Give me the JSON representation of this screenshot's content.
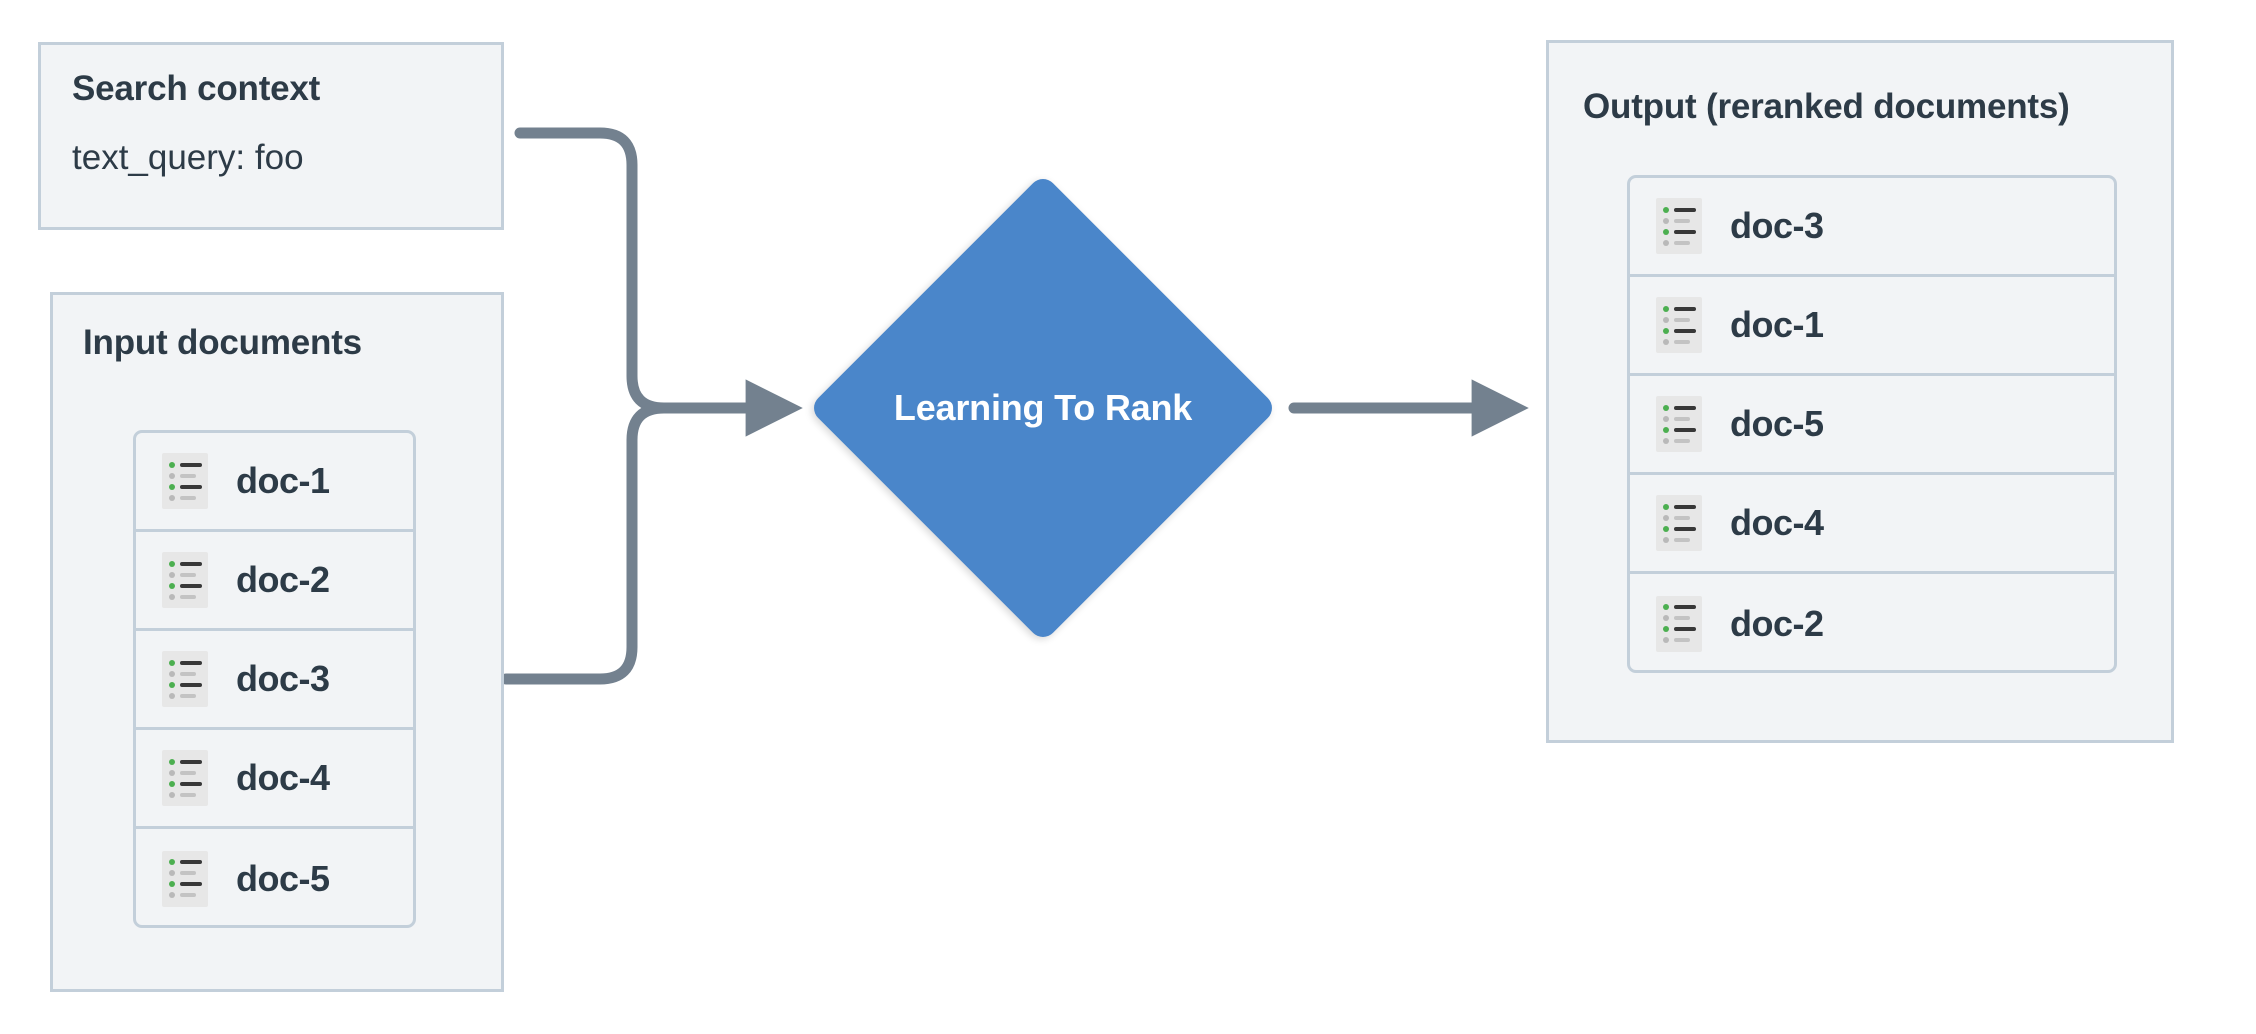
{
  "diagram": {
    "title": "Learning To Rank reranking flow",
    "colors": {
      "panel_fill": "#f2f4f6",
      "panel_border": "#c3cfda",
      "text": "#2d3b47",
      "connector": "#73818f",
      "node_fill": "#4a86ca",
      "node_text": "#ffffff",
      "icon_bg": "#e7e7e7",
      "icon_accent": "#4caf50",
      "icon_muted": "#b9b9b9"
    }
  },
  "search_context": {
    "title": "Search context",
    "field": "text_query: foo"
  },
  "input_documents": {
    "title": "Input documents",
    "docs": [
      {
        "label": "doc-1",
        "icon": "document-list-icon"
      },
      {
        "label": "doc-2",
        "icon": "document-list-icon"
      },
      {
        "label": "doc-3",
        "icon": "document-list-icon"
      },
      {
        "label": "doc-4",
        "icon": "document-list-icon"
      },
      {
        "label": "doc-5",
        "icon": "document-list-icon"
      }
    ]
  },
  "process_node": {
    "label": "Learning To Rank",
    "shape": "diamond"
  },
  "output": {
    "title": "Output (reranked documents)",
    "docs": [
      {
        "label": "doc-3",
        "icon": "document-list-icon"
      },
      {
        "label": "doc-1",
        "icon": "document-list-icon"
      },
      {
        "label": "doc-5",
        "icon": "document-list-icon"
      },
      {
        "label": "doc-4",
        "icon": "document-list-icon"
      },
      {
        "label": "doc-2",
        "icon": "document-list-icon"
      }
    ]
  },
  "connectors": [
    {
      "from": "search-context",
      "to": "learning-to-rank",
      "style": "elbow-rounded"
    },
    {
      "from": "input-documents",
      "to": "learning-to-rank",
      "style": "elbow-rounded"
    },
    {
      "from": "learning-to-rank",
      "to": "output",
      "style": "straight-arrow"
    }
  ]
}
